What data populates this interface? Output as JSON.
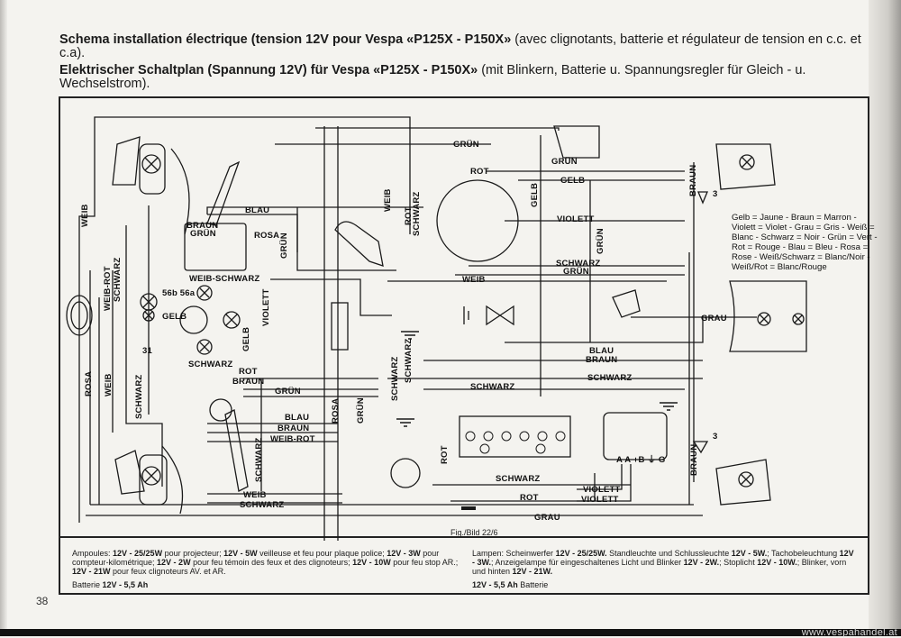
{
  "title": {
    "fr_bold": "Schema installation électrique (tension 12V pour Vespa «P125X - P150X»",
    "fr_rest": " (avec clignotants, batterie et régulateur de tension en c.c. et c.a).",
    "de_bold": "Elektrischer Schaltplan (Spannung 12V) für Vespa «P125X - P150X»",
    "de_rest": " (mit Blinkern, Batterie u. Spannungsregler für Gleich - u. Wechselstrom)."
  },
  "legend": "Gelb = Jaune - Braun = Marron - Violett = Violet - Grau = Gris - Weiß = Blanc - Schwarz = Noir - Grün = Vert - Rot = Rouge - Blau = Bleu - Rosa = Rose - Weiß/Schwarz = Blanc/Noir - Weiß/Rot = Blanc/Rouge",
  "figure_caption": "Fig./Bild  22/6",
  "wire_labels": {
    "weiss": "WEIB",
    "blau": "BLAU",
    "braun": "BRAUN",
    "gruen": "GRÜN",
    "rosa": "ROSA",
    "weiss_rot": "WEIB-ROT",
    "schwarz": "SCHWARZ",
    "weiss_schwarz": "WEIB-SCHWARZ",
    "gelb": "GELB",
    "violett": "VIOLETT",
    "rot": "ROT",
    "grau": "GRAU",
    "terminals_56": "56b 56a",
    "terminal_31": "31",
    "regulator_terminals": "A A +B ⏚ G",
    "horn_number": "3"
  },
  "notes": {
    "fr": [
      {
        "t": "Ampoules: "
      },
      {
        "b": "12V - 25/25W"
      },
      {
        "t": " pour projecteur; "
      },
      {
        "b": "12V - 5W"
      },
      {
        "t": " veilleuse et feu pour plaque police; "
      },
      {
        "b": "12V - 3W"
      },
      {
        "t": " pour compteur-kilométrique; "
      },
      {
        "b": "12V - 2W"
      },
      {
        "t": " pour feu témoin des feux et des clignoteurs; "
      },
      {
        "b": "12V - 10W"
      },
      {
        "t": " pour feu stop AR.; "
      },
      {
        "b": "12V - 21W"
      },
      {
        "t": " pour feux clignoteurs AV. et AR."
      }
    ],
    "fr_battery": [
      {
        "t": "Batterie "
      },
      {
        "b": "12V - 5,5 Ah"
      }
    ],
    "de": [
      {
        "t": "Lampen: Scheinwerfer "
      },
      {
        "b": "12V - 25/25W."
      },
      {
        "t": " Standleuchte und Schlussleuchte "
      },
      {
        "b": "12V - 5W."
      },
      {
        "t": "; Tachobeleuchtung "
      },
      {
        "b": "12V - 3W."
      },
      {
        "t": "; Anzeigelampe für eingeschaltenes Licht und Blinker "
      },
      {
        "b": "12V - 2W."
      },
      {
        "t": "; Stoplicht "
      },
      {
        "b": "12V - 10W."
      },
      {
        "t": "; Blinker, vorn und hinten "
      },
      {
        "b": "12V - 21W."
      }
    ],
    "de_battery": [
      {
        "b": "12V - 5,5 Ah"
      },
      {
        "t": " Batterie"
      }
    ]
  },
  "page_number": "38",
  "website": "www.vespahandel.at"
}
